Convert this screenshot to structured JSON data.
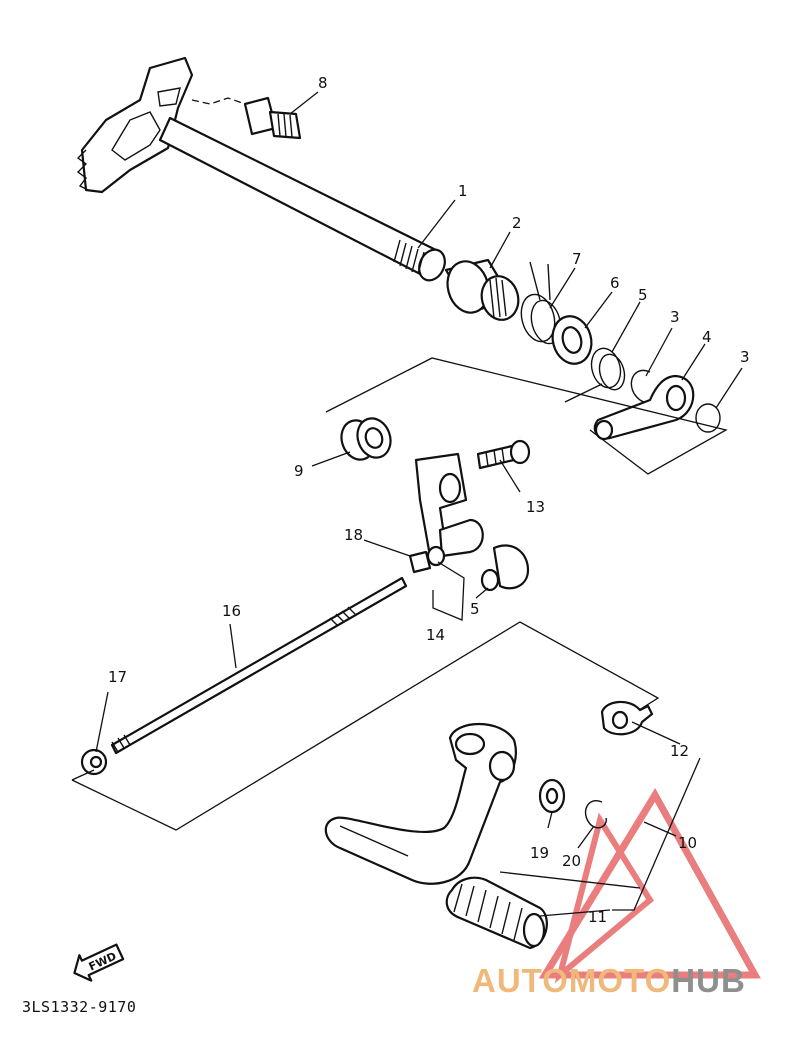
{
  "diagram": {
    "drawing_code": "3LS1332-9170",
    "fwd_label": "FWD",
    "watermark": {
      "part1": "AUTOMOTO",
      "part2": "HUB"
    },
    "colors": {
      "line": "#111111",
      "watermark_red": "#e87070",
      "watermark_orange": "#f0b87a",
      "watermark_gray": "#8f8f8f"
    },
    "callouts": [
      {
        "id": "c1",
        "label": "1"
      },
      {
        "id": "c2",
        "label": "2"
      },
      {
        "id": "c3a",
        "label": "3"
      },
      {
        "id": "c3b",
        "label": "3"
      },
      {
        "id": "c4",
        "label": "4"
      },
      {
        "id": "c5a",
        "label": "5"
      },
      {
        "id": "c5b",
        "label": "5"
      },
      {
        "id": "c6",
        "label": "6"
      },
      {
        "id": "c7",
        "label": "7"
      },
      {
        "id": "c8",
        "label": "8"
      },
      {
        "id": "c9",
        "label": "9"
      },
      {
        "id": "c10",
        "label": "10"
      },
      {
        "id": "c11",
        "label": "11"
      },
      {
        "id": "c12",
        "label": "12"
      },
      {
        "id": "c13",
        "label": "13"
      },
      {
        "id": "c14",
        "label": "14"
      },
      {
        "id": "c16",
        "label": "16"
      },
      {
        "id": "c17",
        "label": "17"
      },
      {
        "id": "c18",
        "label": "18"
      },
      {
        "id": "c19",
        "label": "19"
      },
      {
        "id": "c20",
        "label": "20"
      }
    ]
  }
}
